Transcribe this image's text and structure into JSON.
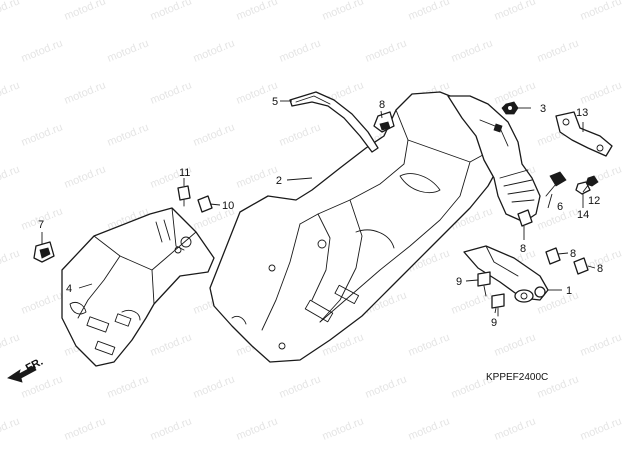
{
  "callouts": {
    "c1": "1",
    "c2": "2",
    "c3": "3",
    "c4": "4",
    "c5": "5",
    "c6": "6",
    "c7": "7",
    "c8": "8",
    "c9": "9",
    "c10": "10",
    "c11": "11",
    "c12": "12",
    "c13": "13",
    "c14": "14"
  },
  "direction_label": "FR.",
  "diagram_code": "KPPEF2400C",
  "watermark": "motod.ru"
}
